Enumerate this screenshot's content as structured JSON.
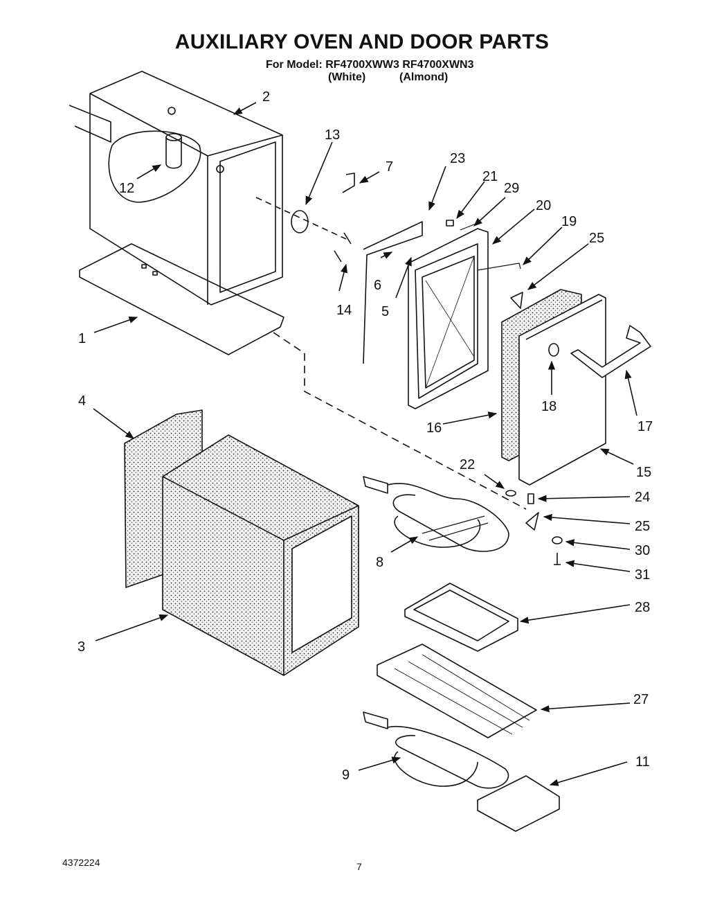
{
  "title": "AUXILIARY OVEN AND DOOR PARTS",
  "model_line": "For Model: RF4700XWW3 RF4700XWN3",
  "variants": [
    "(White)",
    "(Almond)"
  ],
  "doc_number": "4372224",
  "page_number": "7",
  "callouts": [
    "1",
    "2",
    "3",
    "4",
    "5",
    "6",
    "7",
    "8",
    "9",
    "11",
    "12",
    "13",
    "14",
    "15",
    "16",
    "17",
    "18",
    "19",
    "20",
    "21",
    "22",
    "23",
    "24",
    "25",
    "25",
    "27",
    "28",
    "29",
    "30",
    "31"
  ]
}
